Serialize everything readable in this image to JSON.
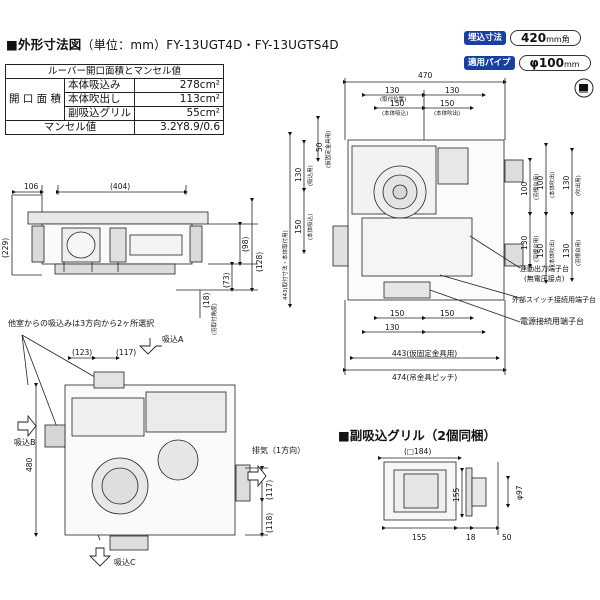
{
  "header": {
    "title": "■外形寸法図",
    "unit": "（単位：mm）",
    "models": "FY-13UGT4D・FY-13UGTS4D"
  },
  "badges": {
    "ceiling_label": "埋込寸法",
    "ceiling_value": "420",
    "ceiling_unit": "mm角",
    "pipe_label": "適用パイプ",
    "pipe_value": "φ100",
    "pipe_unit": "mm"
  },
  "spec_table": {
    "header": "ルーバー開口面積とマンセル値",
    "group_label": "開 口 面 積",
    "rows": [
      {
        "label": "本体吸込み",
        "value": "278cm²"
      },
      {
        "label": "本体吹出し",
        "value": "113cm²"
      },
      {
        "label": "副吸込グリル",
        "value": "55cm²"
      }
    ],
    "munsell_label": "マンセル値",
    "munsell_value": "3.2Y8.9/0.6"
  },
  "front_view": {
    "dims": [
      "106",
      "(404)",
      "(229)",
      "(73)",
      "(128)",
      "(98)",
      "(18)",
      "(羽取付角度)"
    ]
  },
  "plan_view": {
    "dims": [
      "470",
      "130",
      "(取付位置)",
      "130",
      "150",
      "(本体吸込)",
      "150",
      "(本体吹出)",
      "50",
      "(仮固定金具用)",
      "443(取付寸法・本体取付用)",
      "130",
      "(吸込用)",
      "150",
      "(本体吸込)",
      "100",
      "(羽根台用)",
      "130",
      "(羽根台用)",
      "100",
      "(本体吹出)",
      "130",
      "(吹出用)",
      "150",
      "(本体吹出)",
      "130",
      "(羽根台用)",
      "150",
      "130",
      "150",
      "443(仮固定金具用)",
      "474(吊金具ピッチ)"
    ],
    "notes": [
      "連動出力端子台",
      "(無電圧接点)",
      "外部スイッチ接続用端子台",
      "電源接続用端子台"
    ]
  },
  "bottom_view": {
    "note": "他室からの吸込みは3方向から2ヶ所選択",
    "dims": [
      "(123)",
      "(117)",
      "480",
      "(117)",
      "(118)"
    ],
    "inlet_a": "吸込A",
    "inlet_b": "吸込B",
    "inlet_c": "吸込C",
    "exhaust": "排気（1方向）"
  },
  "grille": {
    "section_title": "■副吸込グリル（2個同梱）",
    "dims": [
      "(□184)",
      "155",
      "φ97",
      "155",
      "18",
      "50"
    ]
  }
}
